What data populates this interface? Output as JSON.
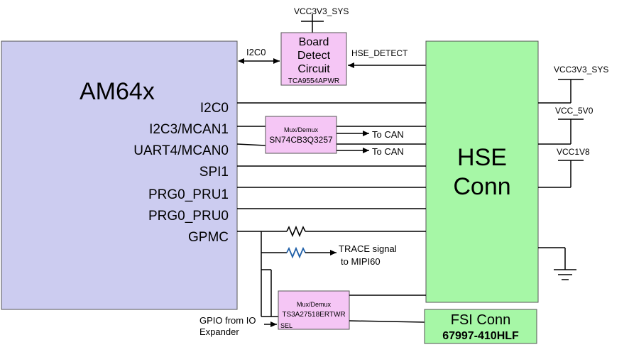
{
  "soc": {
    "title": "AM64x",
    "pins": {
      "i2c0": "I2C0",
      "i2c3_mcan1": "I2C3/MCAN1",
      "uart4_mcan0": "UART4/MCAN0",
      "spi1": "SPI1",
      "prg0_pru1": "PRG0_PRU1",
      "prg0_pru0": "PRG0_PRU0",
      "gpmc": "GPMC"
    }
  },
  "board_detect": {
    "line1": "Board",
    "line2": "Detect",
    "line3": "Circuit",
    "part": "TCA9554APWR",
    "supply": "VCC3V3_SYS"
  },
  "hse_conn": {
    "line1": "HSE",
    "line2": "Conn"
  },
  "mux_can": {
    "title": "Mux/Demux",
    "part": "SN74CB3Q3257"
  },
  "mux_fsi": {
    "title": "Mux/Demux",
    "part": "TS3A27518ERTWR",
    "sel": "SEL"
  },
  "fsi_conn": {
    "name": "FSI Conn",
    "part": "67997-410HLF"
  },
  "signals": {
    "i2c0": "I2C0",
    "hse_detect": "HSE_DETECT",
    "to_can_1": "To CAN",
    "to_can_2": "To CAN",
    "trace_line1": "TRACE signal",
    "trace_line2": "to MIPI60",
    "gpio_line1": "GPIO from IO",
    "gpio_line2": "Expander"
  },
  "rails": {
    "vcc3v3": "VCC3V3_SYS",
    "vcc5v0": "VCC_5V0",
    "vcc1v8": "VCC1V8"
  },
  "colors": {
    "soc_fill": "#ccccf0",
    "board_detect_fill": "#f5c6f5",
    "mux_fill": "#f5c6f5",
    "hse_fill": "#a6f7a6",
    "fsi_fill": "#a6f7a6",
    "wire": "#000000",
    "resistor_black": "#000000",
    "resistor_blue": "#1f5fa8"
  }
}
